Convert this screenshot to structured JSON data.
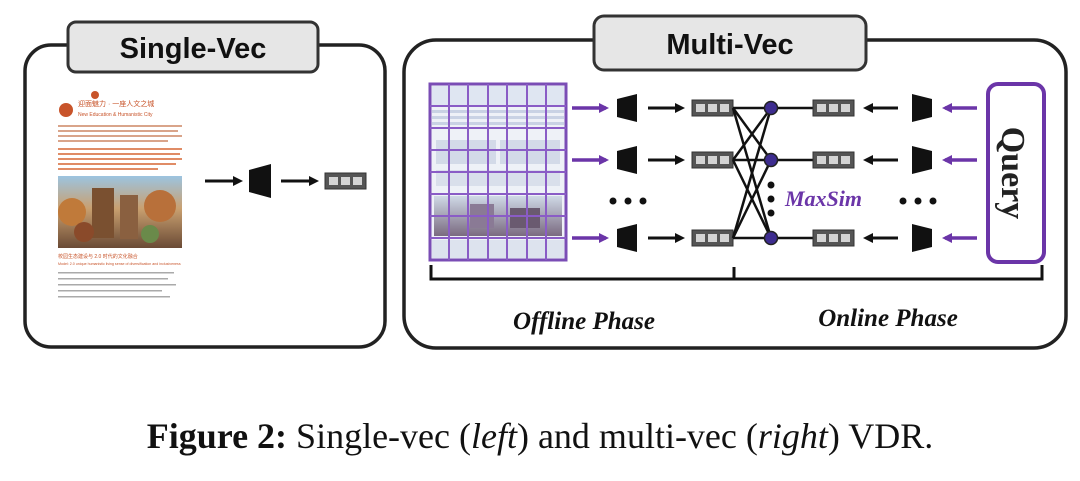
{
  "left_panel": {
    "title": "Single-Vec"
  },
  "right_panel": {
    "title": "Multi-Vec",
    "maxsim_label": "MaxSim",
    "query_label": "Query",
    "offline_label": "Offline Phase",
    "online_label": "Online Phase"
  },
  "document_thumbnail": {
    "heading_cn": "迎面魅力 · 一座人文之城",
    "heading_en": "New Education & Humanistic City",
    "section_cn": "校园生态建设与 2.0 时代的文化融合",
    "section_en": "Model: 2.0 unique humanistic living sense of diversification and inclusiveness"
  },
  "caption": {
    "bold": "Figure 2:",
    "parts": [
      {
        "text": " Single-vec (",
        "italic": false
      },
      {
        "text": "left",
        "italic": true
      },
      {
        "text": ") and multi-vec (",
        "italic": false
      },
      {
        "text": "right",
        "italic": true
      },
      {
        "text": ") VDR.",
        "italic": false
      }
    ]
  },
  "colors": {
    "accent_purple": "#6b35a8",
    "panel_border": "#222222",
    "tab_fill": "#e6e6e6",
    "token_fill": "#555555",
    "node_fill": "#3d2c8f"
  }
}
